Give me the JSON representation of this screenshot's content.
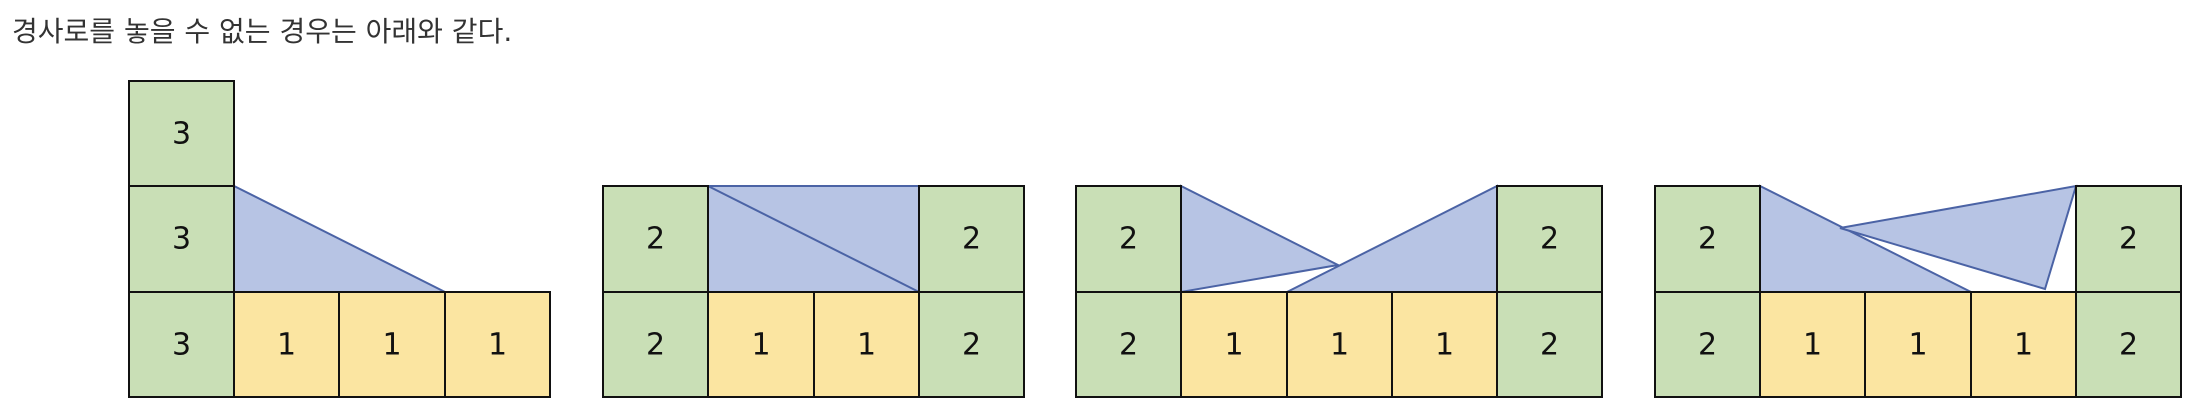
{
  "caption": "경사로를 놓을 수 없는 경우는 아래와 같다.",
  "colors": {
    "green_cell": "#c9dfb6",
    "yellow_cell": "#fbe5a1",
    "ramp_fill": "#b7c4e4",
    "ramp_stroke": "#4b63a5",
    "cell_stroke": "#111111"
  },
  "examples": [
    {
      "name": "example-1",
      "cells": [
        {
          "label": "3",
          "color": "green"
        },
        {
          "label": "3",
          "color": "green"
        },
        {
          "label": "3",
          "color": "green"
        },
        {
          "label": "1",
          "color": "yellow"
        },
        {
          "label": "1",
          "color": "yellow"
        },
        {
          "label": "1",
          "color": "yellow"
        }
      ]
    },
    {
      "name": "example-2",
      "cells": [
        {
          "label": "2",
          "color": "green"
        },
        {
          "label": "2",
          "color": "green"
        },
        {
          "label": "1",
          "color": "yellow"
        },
        {
          "label": "1",
          "color": "yellow"
        },
        {
          "label": "2",
          "color": "green"
        },
        {
          "label": "2",
          "color": "green"
        }
      ]
    },
    {
      "name": "example-3",
      "cells": [
        {
          "label": "2",
          "color": "green"
        },
        {
          "label": "2",
          "color": "green"
        },
        {
          "label": "1",
          "color": "yellow"
        },
        {
          "label": "1",
          "color": "yellow"
        },
        {
          "label": "1",
          "color": "yellow"
        },
        {
          "label": "2",
          "color": "green"
        },
        {
          "label": "2",
          "color": "green"
        }
      ]
    },
    {
      "name": "example-4",
      "cells": [
        {
          "label": "2",
          "color": "green"
        },
        {
          "label": "2",
          "color": "green"
        },
        {
          "label": "1",
          "color": "yellow"
        },
        {
          "label": "1",
          "color": "yellow"
        },
        {
          "label": "1",
          "color": "yellow"
        },
        {
          "label": "2",
          "color": "green"
        },
        {
          "label": "2",
          "color": "green"
        }
      ]
    }
  ]
}
